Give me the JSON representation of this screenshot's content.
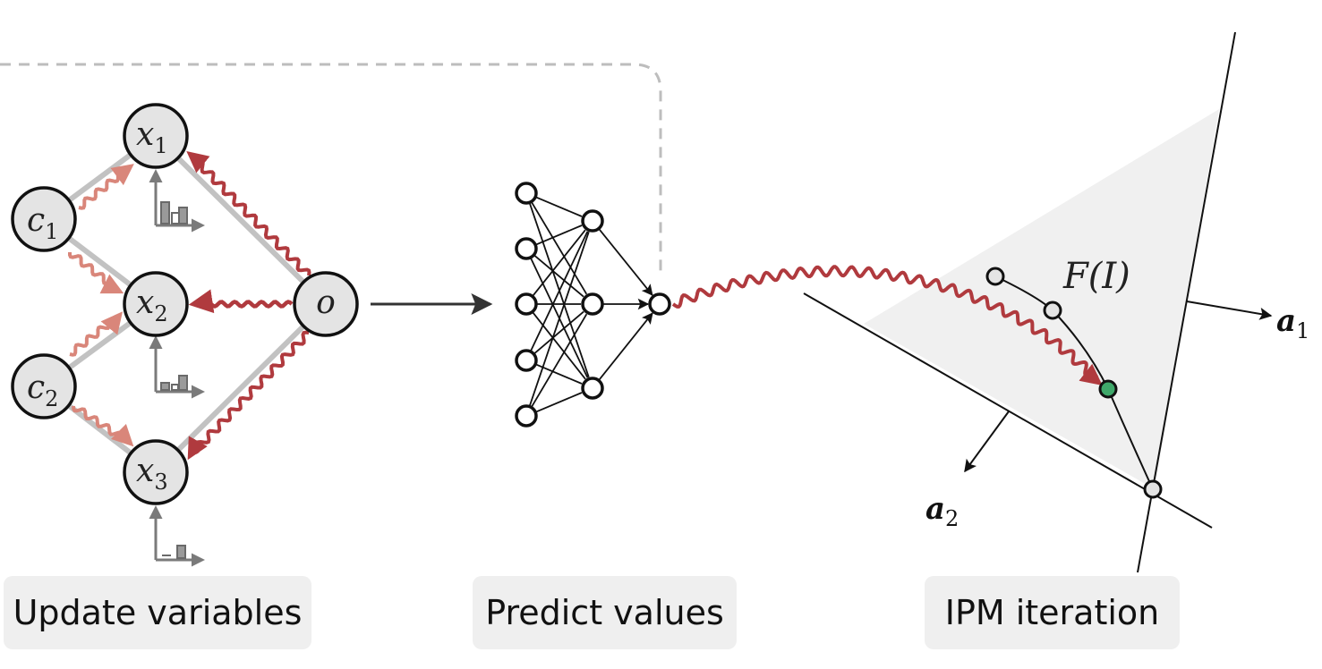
{
  "variable_nodes": [
    "x",
    "x",
    "x"
  ],
  "variable_subscripts": [
    "1",
    "2",
    "3"
  ],
  "constraint_nodes": [
    "c",
    "c"
  ],
  "constraint_subscripts": [
    "1",
    "2"
  ],
  "objective_node": "o",
  "feasible_region_label": "F(I)",
  "normal_labels": [
    {
      "symbol": "a",
      "subscript": "1"
    },
    {
      "symbol": "a",
      "subscript": "2"
    }
  ],
  "stages": [
    "Update variables",
    "Predict values",
    "IPM iteration"
  ],
  "colors": {
    "message_arrow": "#b03a3e",
    "message_arrow_light": "#d9867a",
    "edge_gray": "#c2c2c2",
    "node_fill": "#e4e4e4",
    "region_fill": "#f0f0f0",
    "current_point": "#3fa86a"
  },
  "icons": [
    "histogram-icon",
    "neural-network-icon"
  ]
}
